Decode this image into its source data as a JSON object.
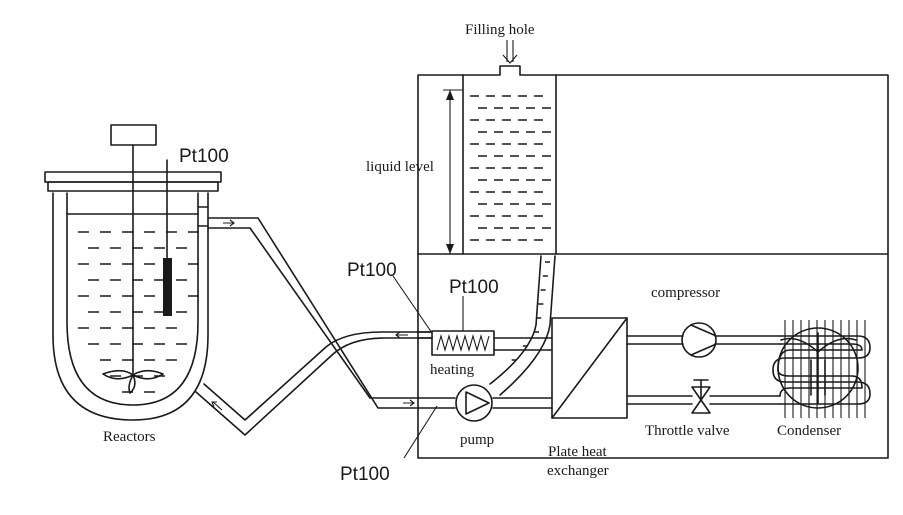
{
  "labels": {
    "filling_hole": "Filling hole",
    "liquid_level": "liquid level",
    "pt100_reactor": "Pt100",
    "pt100_outlet": "Pt100",
    "pt100_heater": "Pt100",
    "pt100_inlet": "Pt100",
    "compressor": "compressor",
    "heating": "heating",
    "pump": "pump",
    "reactors": "Reactors",
    "plate_heat_exchanger_line1": "Plate heat",
    "plate_heat_exchanger_line2": "exchanger",
    "throttle_valve": "Throttle valve",
    "condenser": "Condenser"
  },
  "colors": {
    "line": "#1a1a1a",
    "background": "#ffffff"
  }
}
